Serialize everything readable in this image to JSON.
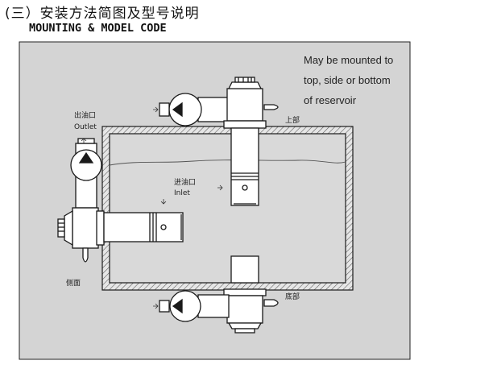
{
  "header": {
    "title_cn": "(三）安装方法简图及型号说明",
    "title_en": "MOUNTING & MODEL CODE"
  },
  "diagram": {
    "note_lines": [
      "May be mounted to",
      "top, side or bottom",
      "of reservoir"
    ],
    "outlet_cn": "出油口",
    "outlet_en": "Outlet",
    "inlet_cn": "进油口",
    "inlet_en": "Inlet",
    "top_label": "上部",
    "bottom_label": "底部",
    "side_label": "侧面"
  },
  "colors": {
    "panel": "#d4d4d4",
    "line": "#1a1a1a",
    "tank_inner": "#d9d9d9",
    "component": "#ffffff"
  }
}
